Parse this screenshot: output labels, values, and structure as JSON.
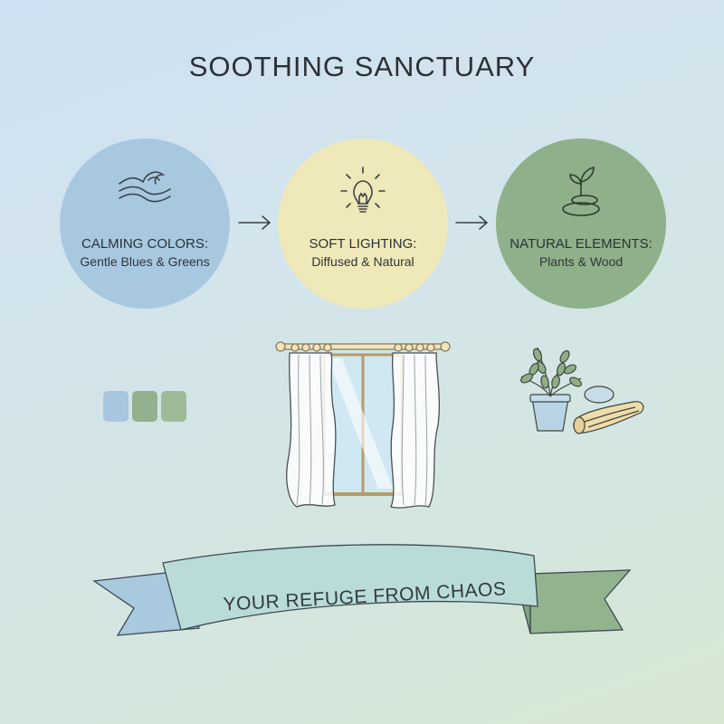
{
  "title": "SOOTHING SANCTUARY",
  "steps": [
    {
      "heading": "CALMING COLORS:",
      "detail": "Gentle Blues & Greens",
      "icon": "waves-icon",
      "color": "#a8c8e0"
    },
    {
      "heading": "SOFT LIGHTING:",
      "detail": "Diffused & Natural",
      "icon": "lightbulb-icon",
      "color": "#efe8b8"
    },
    {
      "heading": "NATURAL ELEMENTS:",
      "detail": "Plants & Wood",
      "icon": "sprout-stones-icon",
      "color": "#8fb08a"
    }
  ],
  "swatches": [
    "#a9c6df",
    "#94b18f",
    "#9fba97"
  ],
  "banner": {
    "text": "YOUR REFUGE FROM CHAOS",
    "color": "#b9dcd8"
  }
}
